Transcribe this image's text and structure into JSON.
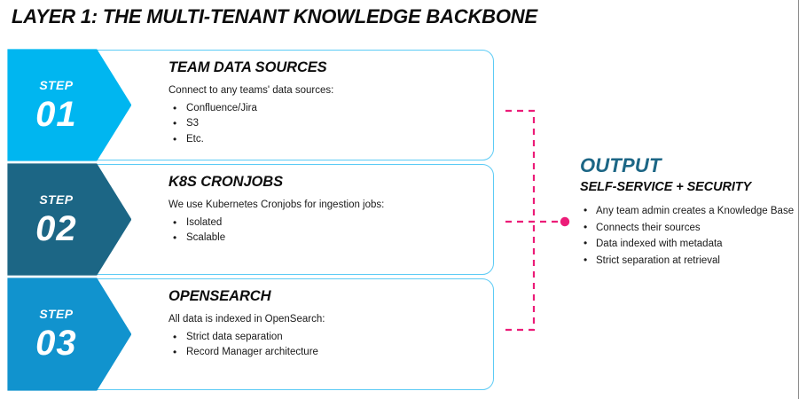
{
  "title": "LAYER 1: THE MULTI-TENANT KNOWLEDGE BACKBONE",
  "colors": {
    "step1": "#00B6F0",
    "step2": "#1C6685",
    "step3": "#1193CE",
    "card_border": "#5CCBF5",
    "connector": "#EC1C78",
    "output_title": "#1C6685",
    "text": "#1a1a1a"
  },
  "steps": [
    {
      "badge_word": "STEP",
      "badge_number": "01",
      "heading": "TEAM DATA SOURCES",
      "lead": "Connect to any teams' data sources:",
      "bullets": [
        "Confluence/Jira",
        "S3",
        "Etc."
      ]
    },
    {
      "badge_word": "STEP",
      "badge_number": "02",
      "heading": "K8S CRONJOBS",
      "lead": "We use Kubernetes Cronjobs for ingestion jobs:",
      "bullets": [
        "Isolated",
        "Scalable"
      ]
    },
    {
      "badge_word": "STEP",
      "badge_number": "03",
      "heading": "OPENSEARCH",
      "lead": "All data is indexed in OpenSearch:",
      "bullets": [
        "Strict data separation",
        "Record Manager architecture"
      ]
    }
  ],
  "output": {
    "title": "OUTPUT",
    "subtitle": "SELF-SERVICE + SECURITY",
    "bullets": [
      "Any team admin creates a Knowledge Base",
      "Connects their sources",
      "Data indexed with metadata",
      "Strict separation at retrieval"
    ]
  }
}
